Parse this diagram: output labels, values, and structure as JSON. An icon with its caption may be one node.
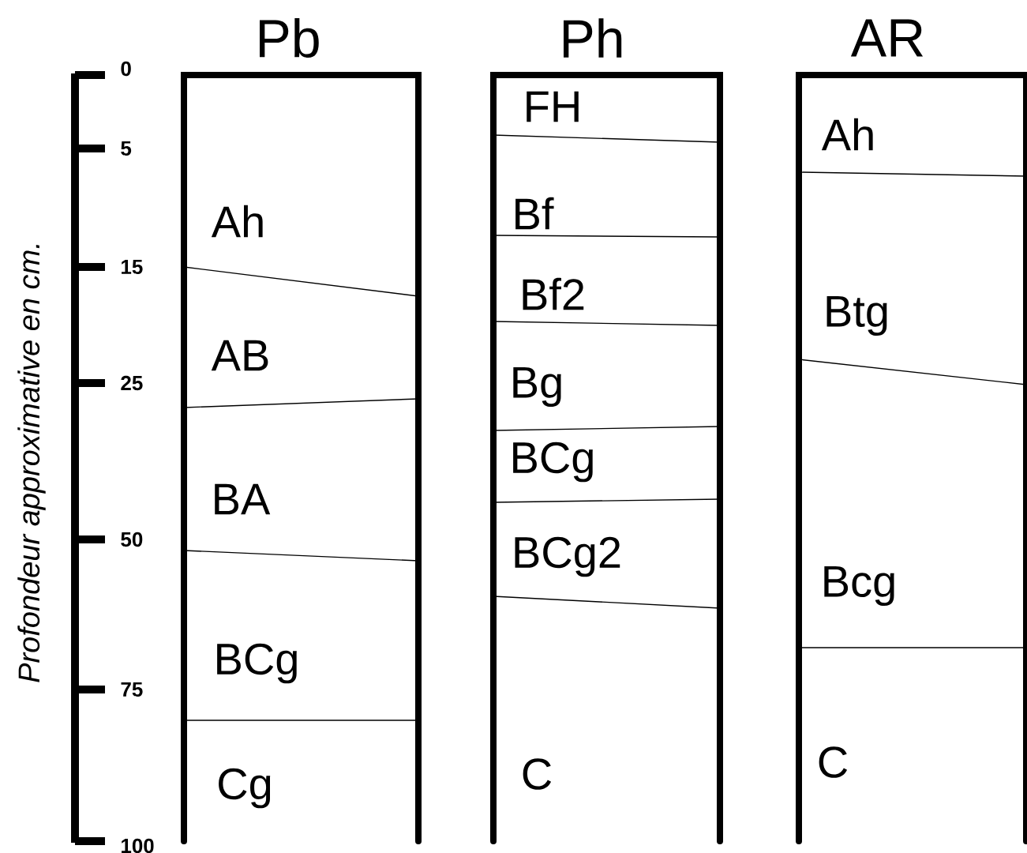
{
  "diagram": {
    "nodes": [
      {
        "text": [
          "Pb"
        ]
      },
      {
        "text": [
          "Ah"
        ],
        "in": 0
      },
      {
        "text": [
          "AB"
        ],
        "in": 0
      },
      {
        "text": [
          "BA"
        ],
        "in": 0
      },
      {
        "text": [
          "BCg"
        ],
        "in": 0
      },
      {
        "text": [
          "Cg"
        ],
        "in": 0
      },
      {
        "text": [
          "Ph"
        ]
      },
      {
        "text": [
          "FH"
        ],
        "in": 6
      },
      {
        "text": [
          "Bf"
        ],
        "in": 6
      },
      {
        "text": [
          "Bf2"
        ],
        "in": 6
      },
      {
        "text": [
          "Bg"
        ],
        "in": 6
      },
      {
        "text": [
          "BCg"
        ],
        "in": 6
      },
      {
        "text": [
          "BCg2"
        ],
        "in": 6
      },
      {
        "text": [
          "C"
        ],
        "in": 6
      },
      {
        "text": [
          "AR"
        ]
      },
      {
        "text": [
          "Ah"
        ],
        "in": 14
      },
      {
        "text": [
          "Btg"
        ],
        "in": 14
      },
      {
        "text": [
          "Bcg"
        ],
        "in": 14
      },
      {
        "text": [
          "C"
        ],
        "in": 14
      }
    ],
    "edges": [],
    "labels": [
      "0",
      "5",
      "15",
      "25",
      "50",
      "75",
      "100",
      "Profondeur approximative en cm."
    ]
  }
}
